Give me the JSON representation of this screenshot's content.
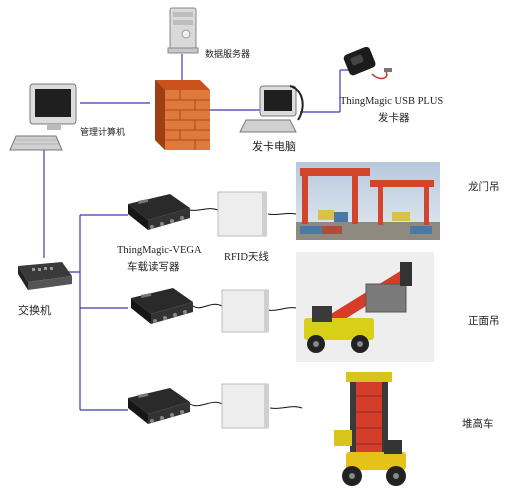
{
  "labels": {
    "data_server": "数据服务器",
    "admin_pc": "管理计算机",
    "card_pc": "发卡电脑",
    "usb_plus_line1": "ThingMagic USB PLUS",
    "usb_plus_line2": "发卡器",
    "gantry_crane": "龙门吊",
    "front_crane": "正面吊",
    "stacker": "堆高车",
    "switch": "交换机",
    "vega_line1": "ThingMagic-VEGA",
    "vega_line2": "车载读写器",
    "rfid_antenna": "RFID天线"
  },
  "colors": {
    "link": "#3b3bb0",
    "firewall": "#d4622a",
    "device_dark": "#1e1e1e",
    "antenna": "#e8e8e8"
  },
  "icons": [
    "server-icon",
    "monitor-icon",
    "firewall-icon",
    "usb-reader-icon",
    "switch-icon",
    "vega-reader-icon",
    "rfid-antenna-icon",
    "gantry-crane-photo",
    "reach-stacker-photo",
    "container-handler-photo"
  ]
}
